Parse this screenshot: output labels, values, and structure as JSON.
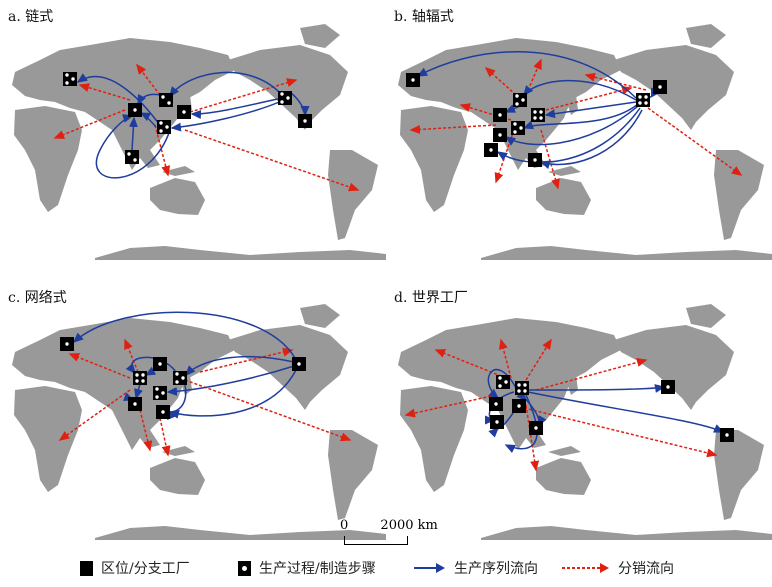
{
  "panels": [
    {
      "title": "a. 链式"
    },
    {
      "title": "b. 轴辐式"
    },
    {
      "title": "c. 网络式"
    },
    {
      "title": "d. 世界工厂"
    }
  ],
  "scale": {
    "zero": "0",
    "distance": "2000 km"
  },
  "legend": {
    "factory": "区位/分支工厂",
    "process": "生产过程/制造步骤",
    "production_flow": "生产序列流向",
    "distribution_flow": "分销流向"
  },
  "colors": {
    "land": "#999999",
    "production": "#1f3d9c",
    "distribution": "#e02010"
  }
}
